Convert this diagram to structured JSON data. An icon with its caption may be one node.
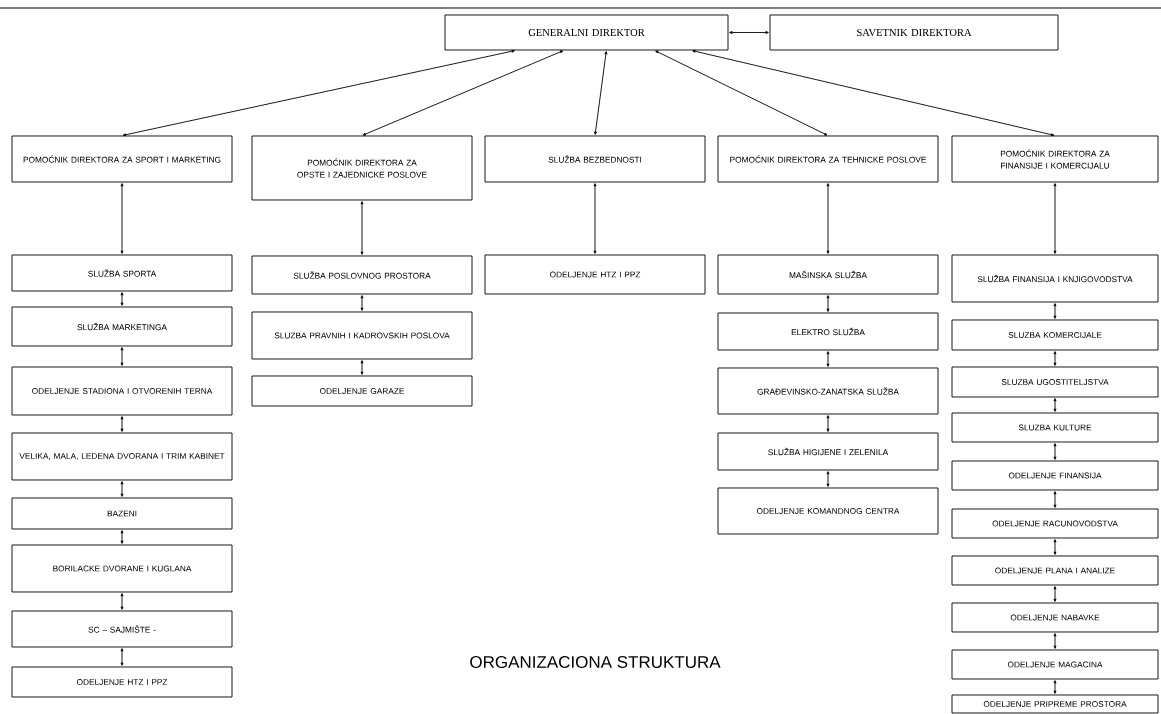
{
  "diagram": {
    "title": "ORGANIZACIONA STRUKTURA",
    "nodes": [
      {
        "text": [
          "GENERALNI DIREKTOR"
        ]
      },
      {
        "text": [
          "SAVETNIK DIREKTORA"
        ]
      },
      {
        "text": [
          "POMOĆNIK DIREKTORA ZA SPORT I MARKETING"
        ]
      },
      {
        "text": [
          "POMOĆNIK DIREKTORA ZA OPSTE I ZAJEDNICKE POSLOVE"
        ]
      },
      {
        "text": [
          "SLUŽBA BEZBEDNOSTI"
        ]
      },
      {
        "text": [
          "POMOĆNIK DIREKTORA ZA TEHNICKE POSLOVE"
        ]
      },
      {
        "text": [
          "POMOĆNIK DIREKTORA ZA FINANSIJE I KOMERCIJALU"
        ]
      },
      {
        "text": [
          "SLUŽBA SPORTA"
        ]
      },
      {
        "text": [
          "SLUŽBA MARKETINGA"
        ]
      },
      {
        "text": [
          "ODELJENJE STADIONA I OTVORENIH TERNA"
        ]
      },
      {
        "text": [
          "VELIKA, MALA, LEDENA DVORANA I TRIM KABINET"
        ]
      },
      {
        "text": [
          "BAZENI"
        ]
      },
      {
        "text": [
          "BORILACKE DVORANE I KUGLANA"
        ]
      },
      {
        "text": [
          "SC – SAJMIŠTE -"
        ]
      },
      {
        "text": [
          "ODELJENJE HTZ I PPZ"
        ]
      },
      {
        "text": [
          "SLUŽBA POSLOVNOG PROSTORA"
        ]
      },
      {
        "text": [
          "SLUZBA PRAVNIH I KADROVSKIH POSLOVA"
        ]
      },
      {
        "text": [
          "ODELJENJE GARAZE"
        ]
      },
      {
        "text": [
          "ODELJENJE HTZ I PPZ"
        ]
      },
      {
        "text": [
          "MAŠINSKA SLUŽBA"
        ]
      },
      {
        "text": [
          "ELEKTRO SLUŽBA"
        ]
      },
      {
        "text": [
          "GRAĐEVINSKO-ZANATSKA SLUŽBA"
        ]
      },
      {
        "text": [
          "SLUŽBA HIGIJENE I ZELENILA"
        ]
      },
      {
        "text": [
          "ODELJENJE KOMANDNOG CENTRA"
        ]
      },
      {
        "text": [
          "SLUŽBA FINANSIJA I KNJIGOVODSTVA"
        ]
      },
      {
        "text": [
          "SLUZBA KOMERCIJALE"
        ]
      },
      {
        "text": [
          "SLUZBA UGOSTITELJSTVA"
        ]
      },
      {
        "text": [
          "SLUZBA KULTURE"
        ]
      },
      {
        "text": [
          "ODELJENJE FINANSIJA"
        ]
      },
      {
        "text": [
          "ODELJENJE RACUNOVODSTVA"
        ]
      },
      {
        "text": [
          "ODELJENJE PLANA I ANALIZE"
        ]
      },
      {
        "text": [
          "ODELJENJE NABAVKE"
        ]
      },
      {
        "text": [
          "ODELJENJE MAGACINA"
        ]
      },
      {
        "text": [
          "ODELJENJE PRIPREME PROSTORA"
        ]
      }
    ],
    "edges": [
      {
        "from": 0,
        "to": 1,
        "arrow": "both"
      },
      {
        "from": 0,
        "to": 2,
        "arrow": "both"
      },
      {
        "from": 0,
        "to": 3,
        "arrow": "both"
      },
      {
        "from": 0,
        "to": 4,
        "arrow": "both"
      },
      {
        "from": 0,
        "to": 5,
        "arrow": "both"
      },
      {
        "from": 0,
        "to": 6,
        "arrow": "both"
      },
      {
        "from": 2,
        "to": 7,
        "arrow": "both"
      },
      {
        "from": 7,
        "to": 8,
        "arrow": "both"
      },
      {
        "from": 8,
        "to": 9,
        "arrow": "both"
      },
      {
        "from": 9,
        "to": 10,
        "arrow": "both"
      },
      {
        "from": 10,
        "to": 11,
        "arrow": "both"
      },
      {
        "from": 11,
        "to": 12,
        "arrow": "both"
      },
      {
        "from": 12,
        "to": 13,
        "arrow": "both"
      },
      {
        "from": 13,
        "to": 14,
        "arrow": "both"
      },
      {
        "from": 3,
        "to": 15,
        "arrow": "both"
      },
      {
        "from": 15,
        "to": 16,
        "arrow": "both"
      },
      {
        "from": 16,
        "to": 17,
        "arrow": "both"
      },
      {
        "from": 4,
        "to": 18,
        "arrow": "both"
      },
      {
        "from": 5,
        "to": 19,
        "arrow": "both"
      },
      {
        "from": 19,
        "to": 20,
        "arrow": "both"
      },
      {
        "from": 20,
        "to": 21,
        "arrow": "both"
      },
      {
        "from": 21,
        "to": 22,
        "arrow": "both"
      },
      {
        "from": 22,
        "to": 23,
        "arrow": "both"
      },
      {
        "from": 6,
        "to": 24,
        "arrow": "both"
      },
      {
        "from": 24,
        "to": 25,
        "arrow": "both"
      },
      {
        "from": 25,
        "to": 26,
        "arrow": "both"
      },
      {
        "from": 26,
        "to": 27,
        "arrow": "both"
      },
      {
        "from": 27,
        "to": 28,
        "arrow": "both"
      },
      {
        "from": 28,
        "to": 29,
        "arrow": "both"
      },
      {
        "from": 29,
        "to": 30,
        "arrow": "both"
      },
      {
        "from": 30,
        "to": 31,
        "arrow": "both"
      },
      {
        "from": 31,
        "to": 32,
        "arrow": "both"
      },
      {
        "from": 32,
        "to": 33,
        "arrow": "both"
      }
    ]
  }
}
